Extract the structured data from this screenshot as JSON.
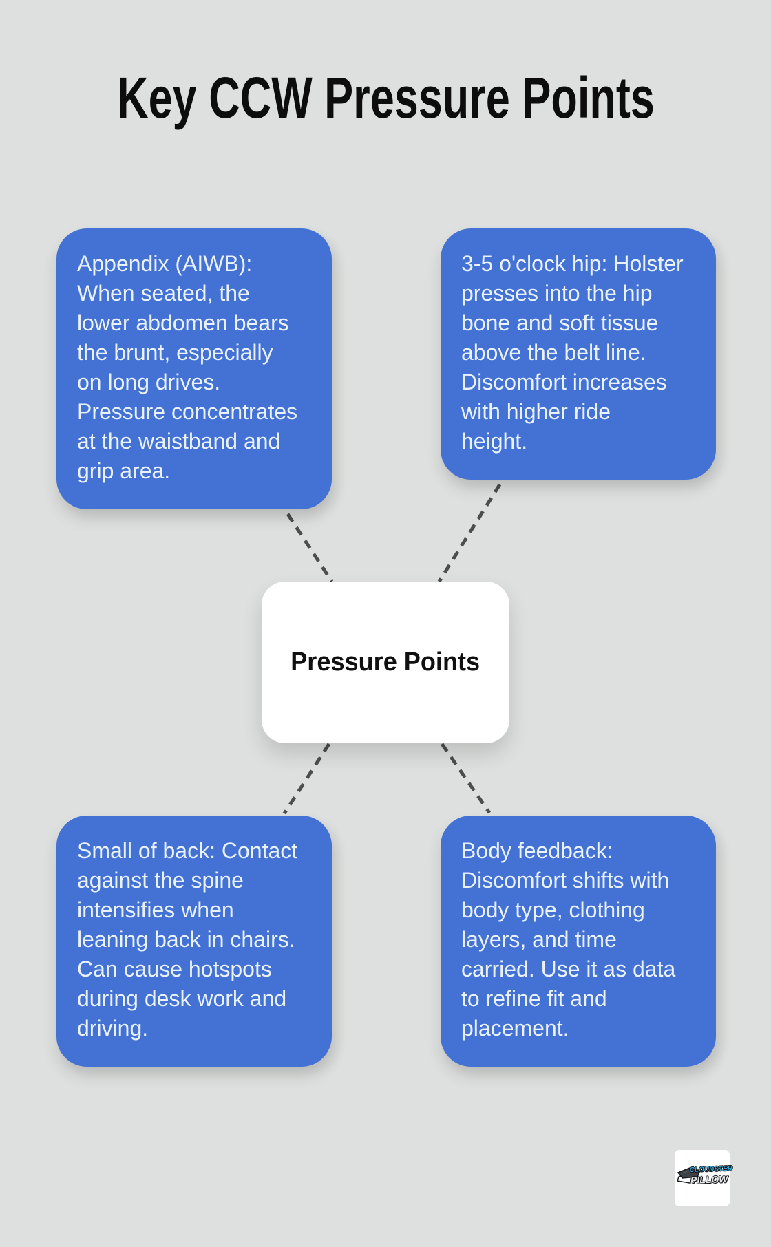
{
  "title": "Key CCW Pressure Points",
  "center": {
    "label": "Pressure Points"
  },
  "nodes": {
    "top_left": {
      "text": "Appendix (AIWB):\nWhen seated, the\nlower abdomen bears\nthe brunt, especially\non long drives.\nPressure concentrates\nat the waistband and\ngrip area."
    },
    "top_right": {
      "text": "3-5 o'clock hip: Holster\npresses into the hip\nbone and soft tissue\nabove the belt line.\nDiscomfort increases\nwith higher ride\nheight."
    },
    "bottom_left": {
      "text": "Small of back: Contact\nagainst the spine\nintensifies when\nleaning back in chairs.\nCan cause hotspots\nduring desk work and\ndriving."
    },
    "bottom_right": {
      "text": "Body feedback:\nDiscomfort shifts with\nbody type, clothing\nlayers, and time\ncarried. Use it as data\nto refine fit and\nplacement."
    }
  },
  "logo": {
    "brand_top": "CLOUDSTER",
    "brand_bottom": "PILLOW"
  },
  "colors": {
    "background": "#DEE0DF",
    "node_blue": "#4372D4",
    "node_text": "#E9F1FA",
    "center_bg": "#FFFFFF",
    "center_text": "#101010",
    "connector": "#4D4D4D",
    "title_text": "#0D0D0D",
    "logo_blue": "#35A7DC"
  }
}
